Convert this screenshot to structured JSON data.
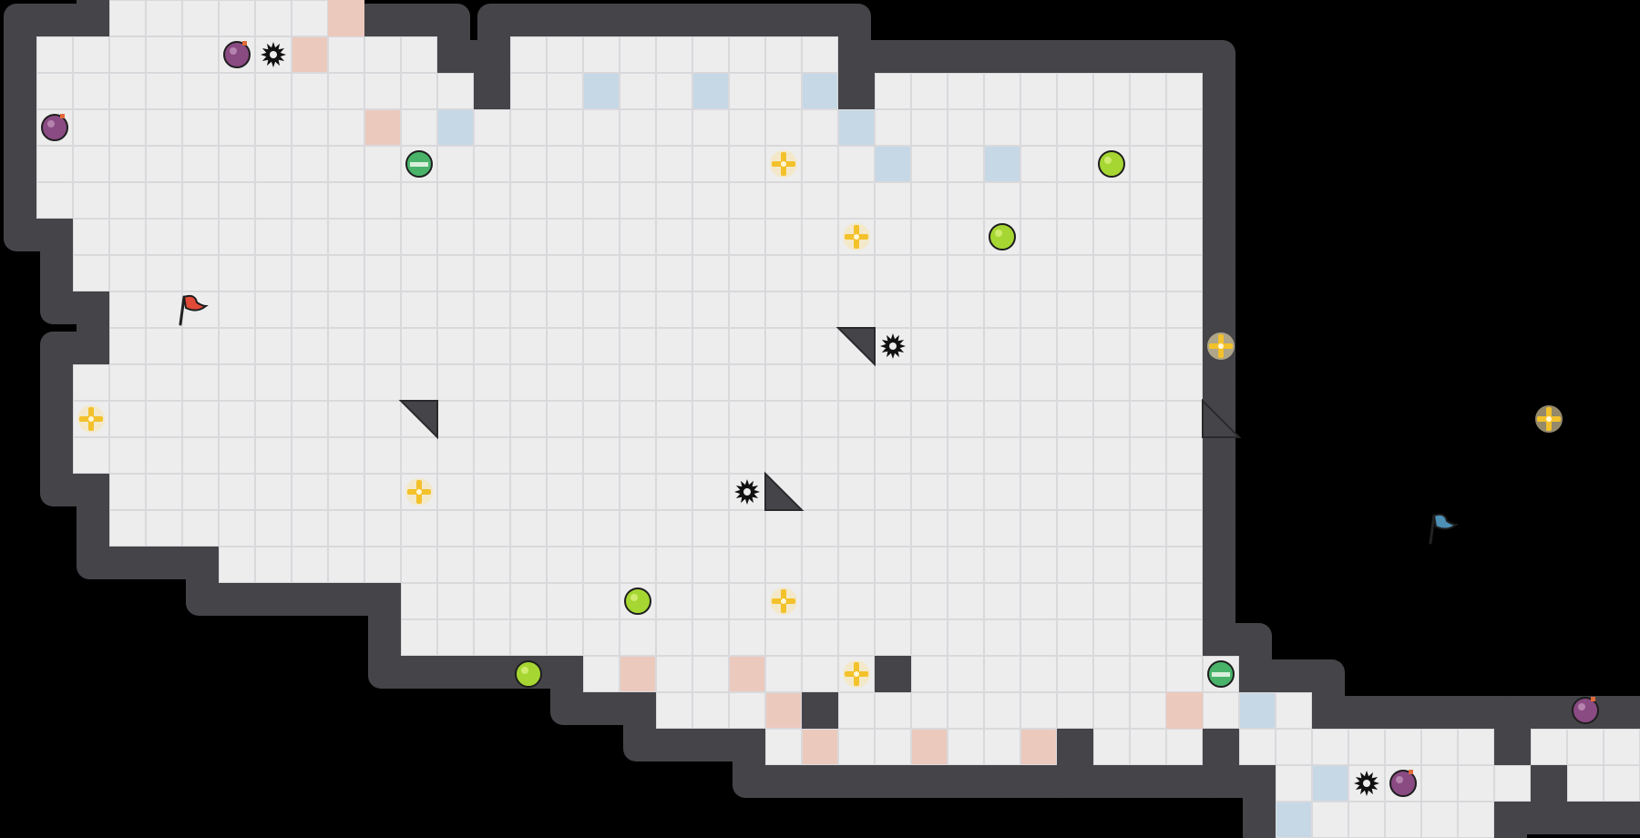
{
  "game": {
    "cols": 45,
    "rows": 23,
    "colors": {
      "background": "#000000",
      "floor": "#ededee",
      "grid_line": "#d9d9dc",
      "wall": "#454549",
      "wall_edge": "#2a2a2d",
      "red_tile": "#ecc9bd",
      "blue_tile": "#c6d8e6",
      "red_team": "#e04a36",
      "blue_team": "#4d8fb5",
      "boost": "#f3c12a",
      "powerup": "#a6d632",
      "spike": "#111111",
      "bomb": "#8a4a82",
      "gate_green": "#49b36a"
    },
    "floor_rows": [
      [
        [
          3,
          9
        ]
      ],
      [
        [
          1,
          12
        ],
        [
          14,
          23
        ]
      ],
      [
        [
          1,
          13
        ],
        [
          14,
          23
        ],
        [
          24,
          33
        ]
      ],
      [
        [
          1,
          33
        ]
      ],
      [
        [
          1,
          33
        ]
      ],
      [
        [
          1,
          33
        ]
      ],
      [
        [
          2,
          33
        ]
      ],
      [
        [
          2,
          33
        ]
      ],
      [
        [
          3,
          33
        ]
      ],
      [
        [
          3,
          33
        ]
      ],
      [
        [
          2,
          33
        ]
      ],
      [
        [
          2,
          33
        ]
      ],
      [
        [
          2,
          33
        ]
      ],
      [
        [
          3,
          33
        ]
      ],
      [
        [
          3,
          33
        ]
      ],
      [
        [
          6,
          33
        ]
      ],
      [
        [
          11,
          33
        ]
      ],
      [
        [
          11,
          33
        ]
      ],
      [
        [
          16,
          24
        ],
        [
          25,
          34
        ]
      ],
      [
        [
          18,
          22
        ],
        [
          23,
          32
        ],
        [
          33,
          36
        ]
      ],
      [
        [
          21,
          29
        ],
        [
          30,
          33
        ],
        [
          34,
          41
        ],
        [
          42,
          45
        ]
      ],
      [
        [
          35,
          42
        ],
        [
          43,
          46
        ]
      ],
      [
        [
          35,
          41
        ]
      ]
    ],
    "red_tiles": [
      [
        9,
        0
      ],
      [
        8,
        1
      ],
      [
        10,
        3
      ],
      [
        17,
        18
      ],
      [
        20,
        18
      ],
      [
        21,
        19
      ],
      [
        22,
        20
      ],
      [
        25,
        20
      ],
      [
        28,
        20
      ],
      [
        32,
        19
      ]
    ],
    "blue_tiles": [
      [
        16,
        2
      ],
      [
        19,
        2
      ],
      [
        22,
        2
      ],
      [
        12,
        3
      ],
      [
        23,
        3
      ],
      [
        24,
        4
      ],
      [
        27,
        4
      ],
      [
        34,
        19
      ],
      [
        36,
        21
      ],
      [
        35,
        22
      ]
    ],
    "flags": [
      {
        "team": "red",
        "col": 5.2,
        "row": 8.5
      },
      {
        "team": "blue",
        "col": 39.5,
        "row": 14.5
      }
    ],
    "boosts": [
      [
        21.5,
        4.5
      ],
      [
        23.5,
        6.5
      ],
      [
        33.5,
        9.5
      ],
      [
        2.5,
        11.5
      ],
      [
        11.5,
        13.5
      ],
      [
        42.5,
        11.5
      ],
      [
        21.5,
        16.5
      ],
      [
        23.5,
        18.5
      ]
    ],
    "powerups": [
      [
        30.5,
        4.5
      ],
      [
        27.5,
        6.5
      ],
      [
        17.5,
        16.5
      ],
      [
        14.5,
        18.5
      ]
    ],
    "spikes": [
      [
        7.5,
        1.5
      ],
      [
        24.5,
        9.5
      ],
      [
        20.5,
        13.5
      ],
      [
        37.5,
        21.5
      ]
    ],
    "bombs": [
      [
        6.5,
        1.5
      ],
      [
        1.5,
        3.5
      ],
      [
        43.5,
        19.5
      ],
      [
        38.5,
        21.5
      ]
    ],
    "gates": [
      [
        11.5,
        4.5
      ],
      [
        33.5,
        18.5
      ]
    ],
    "wedges": [
      {
        "col": 23,
        "row": 9,
        "dir": "tl"
      },
      {
        "col": 11,
        "row": 11,
        "dir": "tl"
      },
      {
        "col": 33,
        "row": 11,
        "dir": "bl"
      },
      {
        "col": 21,
        "row": 13,
        "dir": "bl"
      }
    ]
  }
}
